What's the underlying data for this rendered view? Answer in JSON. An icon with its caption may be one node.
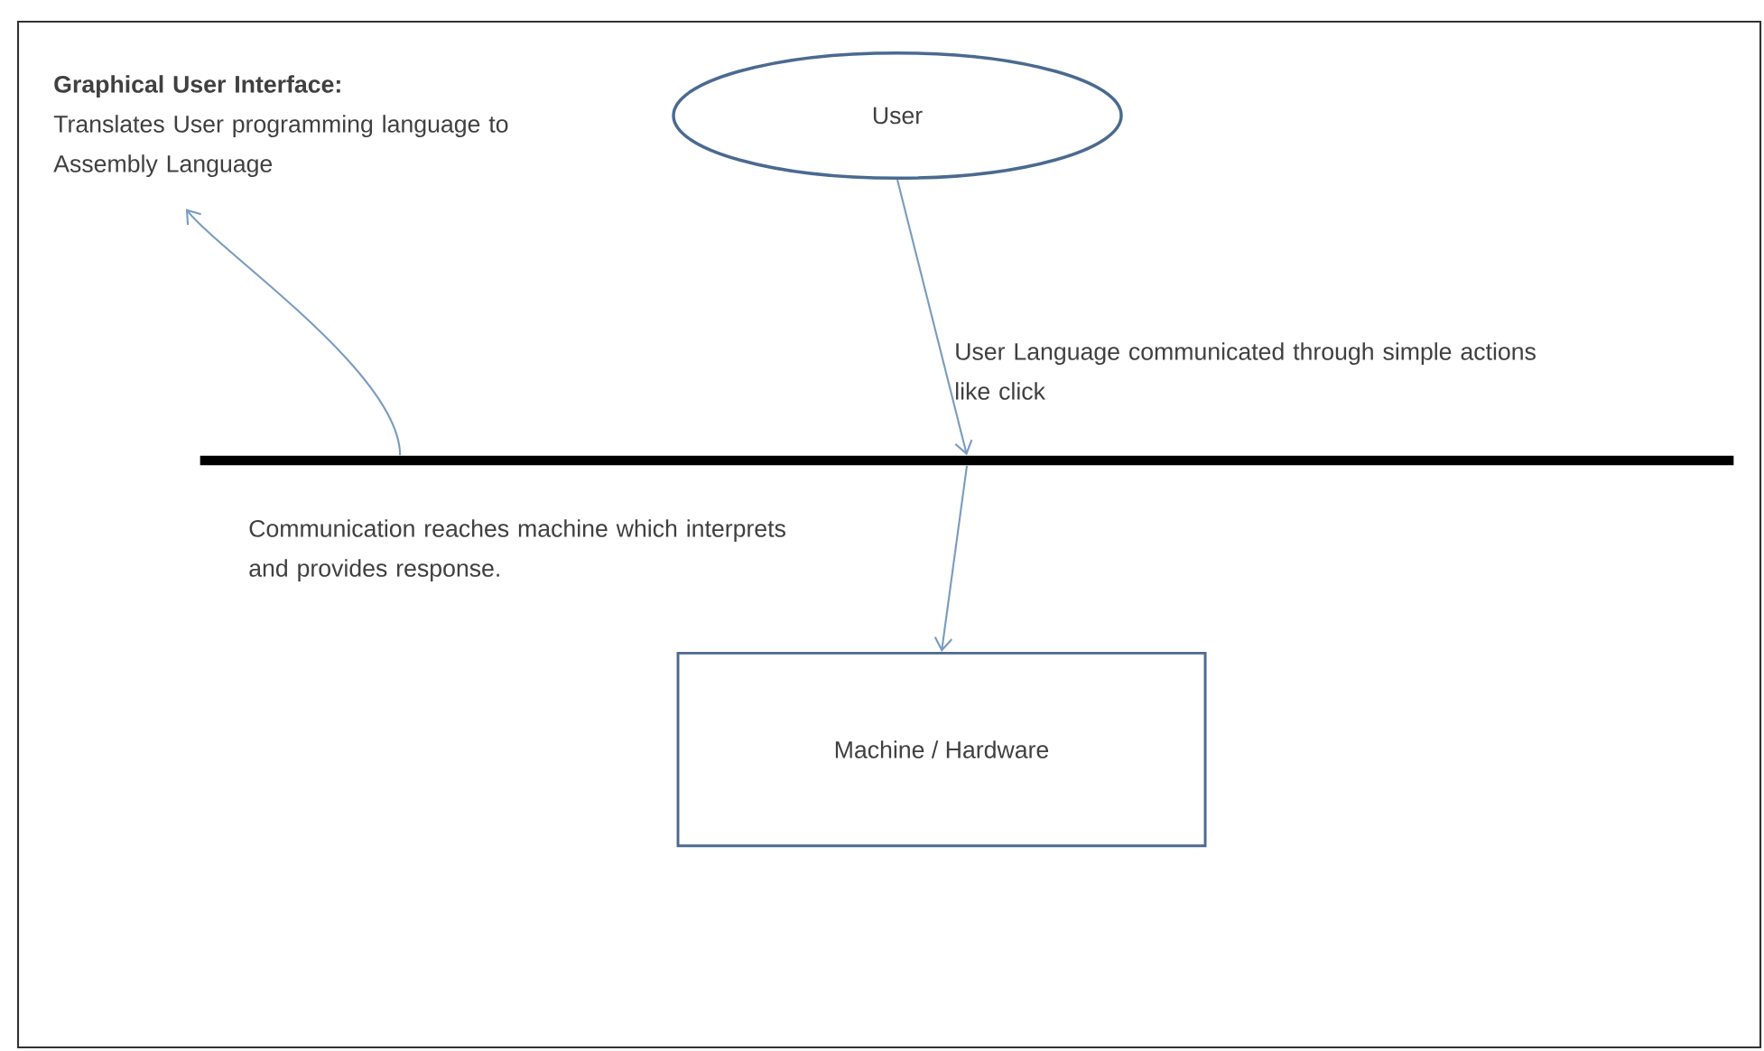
{
  "diagram": {
    "nodes": [
      {
        "text": [
          "Graphical User Interface:",
          "Translates User programming language to Assembly Language"
        ]
      },
      {
        "text": [
          "User"
        ]
      },
      {
        "text": [],
        "shape": "bar"
      },
      {
        "text": [
          "Machine / Hardware"
        ]
      }
    ],
    "edges": [
      {
        "from": 1,
        "to": 2,
        "arrow": "to"
      },
      {
        "from": 2,
        "to": 3,
        "arrow": "to"
      },
      {
        "from": 2,
        "to": 0,
        "arrow": "to"
      }
    ],
    "labels": [
      "User Language communicated through simple actions like click",
      "Communication  reaches machine which interprets and provides response."
    ]
  }
}
